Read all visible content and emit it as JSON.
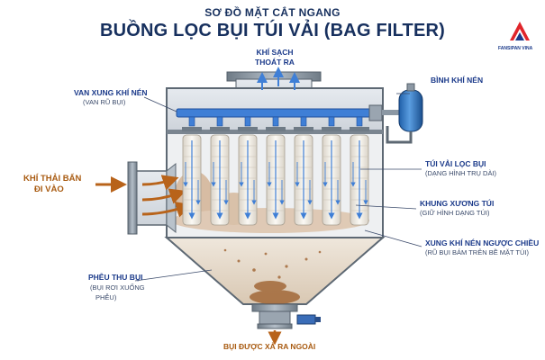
{
  "header": {
    "subtitle": "SƠ ĐỒ MẶT CẮT NGANG",
    "title": "BUỒNG LỌC BỤI TÚI VẢI (BAG FILTER)"
  },
  "brand": {
    "name": "FANSIPAN VINA",
    "icon": "mountain-logo-icon",
    "color": "#e0252b"
  },
  "labels": {
    "clean_air": [
      "KHÍ SẠCH",
      "THOÁT RA"
    ],
    "pulse_valve": {
      "title": "VAN XUNG KHÍ NÉN",
      "note": "(VAN RŨ BỤI)"
    },
    "air_tank": {
      "title": "BÌNH KHÍ NÉN"
    },
    "dirty_air": [
      "KHÍ THẢI BẨN",
      "ĐI VÀO"
    ],
    "filter_bag": {
      "title": "TÚI VẢI LỌC BỤI",
      "note": "(DẠNG HÌNH TRỤ DÀI)"
    },
    "cage": {
      "title": "KHUNG XƯƠNG TÚI",
      "note": "(GIỮ HÌNH DẠNG TÚI)"
    },
    "reverse_pulse": {
      "title": "XUNG KHÍ NÉN NGƯỢC CHIỀU",
      "note": "(RŨ BỤI BÁM TRÊN BỀ MẶT TÚI)"
    },
    "hopper": {
      "title": "PHỄU THU BỤI",
      "note": [
        "(BỤI RƠI XUỐNG",
        "PHỄU)"
      ]
    },
    "dust_out": "BỤI ĐƯỢC XẢ RA NGOÀI"
  },
  "colors": {
    "title": "#17305e",
    "label": "#1b3a8a",
    "dirty": "#b8631a",
    "air": "#3f7fd6",
    "steel": "#8c98a4"
  }
}
